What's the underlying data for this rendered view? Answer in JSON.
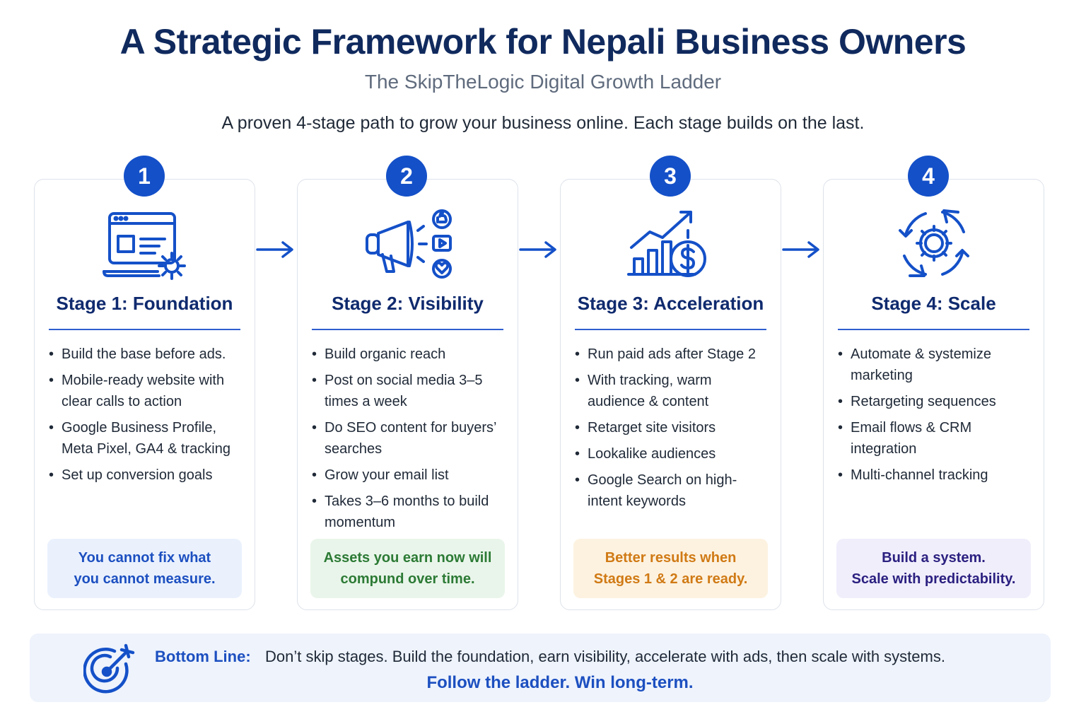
{
  "header": {
    "title": "A Strategic Framework for Nepali Business Owners",
    "subtitle": "The SkipTheLogic Digital Growth Ladder",
    "intro": "A proven 4-stage path to grow your business online. Each stage builds on the last."
  },
  "colors": {
    "primary": "#1450c8",
    "title": "#102a5e",
    "note_blue": "#1c4fc0",
    "note_green": "#2c7a35",
    "note_orange": "#d07a15",
    "note_purple": "#2b2080"
  },
  "stages": [
    {
      "number": "1",
      "title": "Stage 1: Foundation",
      "icon": "website-gear-icon",
      "bullets": [
        "Build the base before ads.",
        "Mobile-ready website with clear calls to action",
        "Google Business Profile, Meta Pixel, GA4 & tracking",
        "Set up conversion goals"
      ],
      "note": "You cannot fix what\nyou cannot measure."
    },
    {
      "number": "2",
      "title": "Stage 2: Visibility",
      "icon": "megaphone-icon",
      "bullets": [
        "Build organic reach",
        "Post on social media 3–5 times a week",
        "Do SEO content for buyers’ searches",
        "Grow your email list",
        "Takes 3–6 months to build momentum"
      ],
      "note": "Assets you earn now will\ncompund over time."
    },
    {
      "number": "3",
      "title": "Stage 3: Acceleration",
      "icon": "growth-chart-dollar-icon",
      "bullets": [
        "Run paid ads after Stage 2",
        "With tracking, warm audience & content",
        "Retarget site visitors",
        "Lookalike audiences",
        "Google Search on high-intent keywords"
      ],
      "note": "Better results when\nStages 1 & 2 are ready."
    },
    {
      "number": "4",
      "title": "Stage 4: Scale",
      "icon": "gear-cycle-icon",
      "bullets": [
        "Automate & systemize marketing",
        "Retargeting sequences",
        "Email flows & CRM integration",
        "Multi-channel tracking"
      ],
      "note": "Build a system.\nScale with predictability."
    }
  ],
  "bottom": {
    "icon": "target-icon",
    "label": "Bottom Line:",
    "text": "Don’t skip stages. Build the foundation, earn visibility, accelerate with ads, then scale with systems.",
    "cta": "Follow the ladder. Win long-term."
  }
}
